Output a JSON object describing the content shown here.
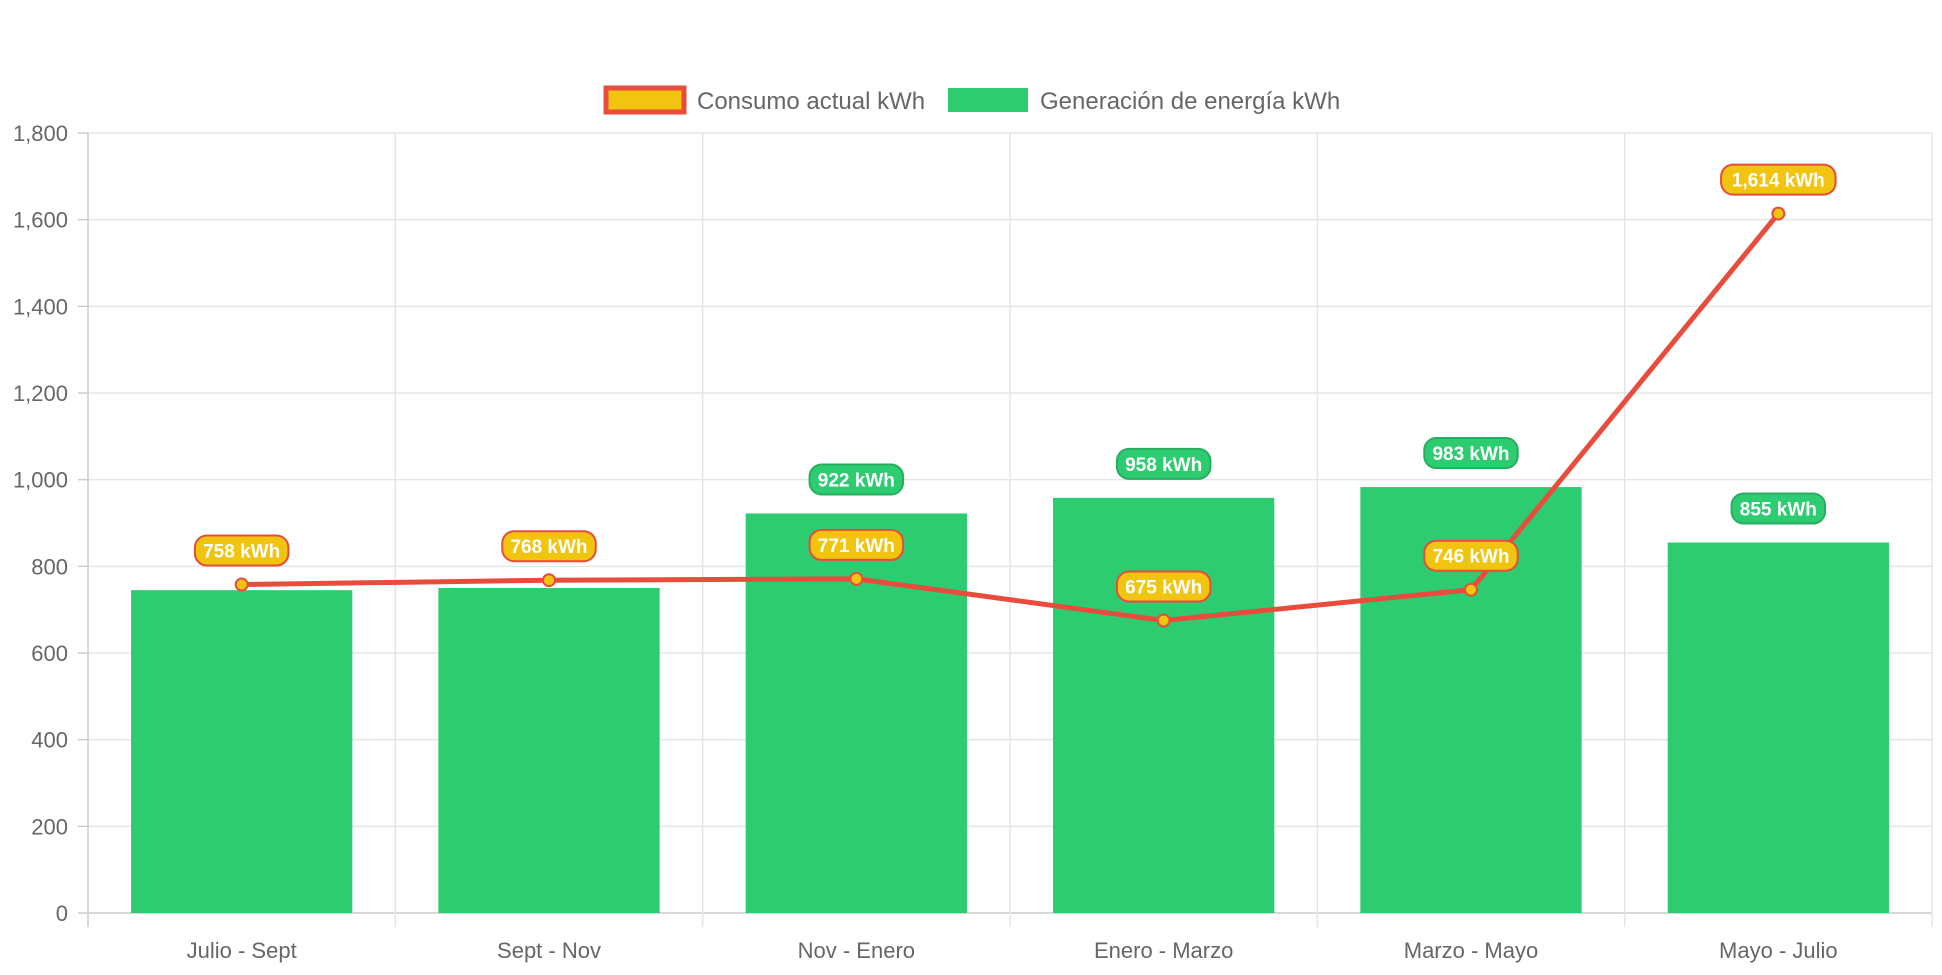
{
  "chart_data": {
    "type": "bar",
    "categories": [
      "Julio - Sept",
      "Sept - Nov",
      "Nov - Enero",
      "Enero - Marzo",
      "Marzo - Mayo",
      "Mayo - Julio"
    ],
    "series": [
      {
        "name": "Consumo actual kWh",
        "type": "line",
        "values": [
          758,
          768,
          771,
          675,
          746,
          1614
        ],
        "labels": [
          "758 kWh",
          "768 kWh",
          "771 kWh",
          "675 kWh",
          "746 kWh",
          "1,614 kWh"
        ],
        "line_color": "#e74c3c",
        "fill_color": "#f1c40f"
      },
      {
        "name": "Generación de energía kWh",
        "type": "bar",
        "values": [
          745,
          750,
          922,
          958,
          983,
          855
        ],
        "labels": [
          "",
          "",
          "922 kWh",
          "958 kWh",
          "983 kWh",
          "855 kWh"
        ],
        "color": "#2ecc71"
      }
    ],
    "ylim": [
      0,
      1800
    ],
    "yticks": [
      "0",
      "200",
      "400",
      "600",
      "800",
      "1,000",
      "1,200",
      "1,400",
      "1,600",
      "1,800"
    ],
    "grid": true,
    "legend": "top-center",
    "title": "",
    "xlabel": "",
    "ylabel": ""
  }
}
